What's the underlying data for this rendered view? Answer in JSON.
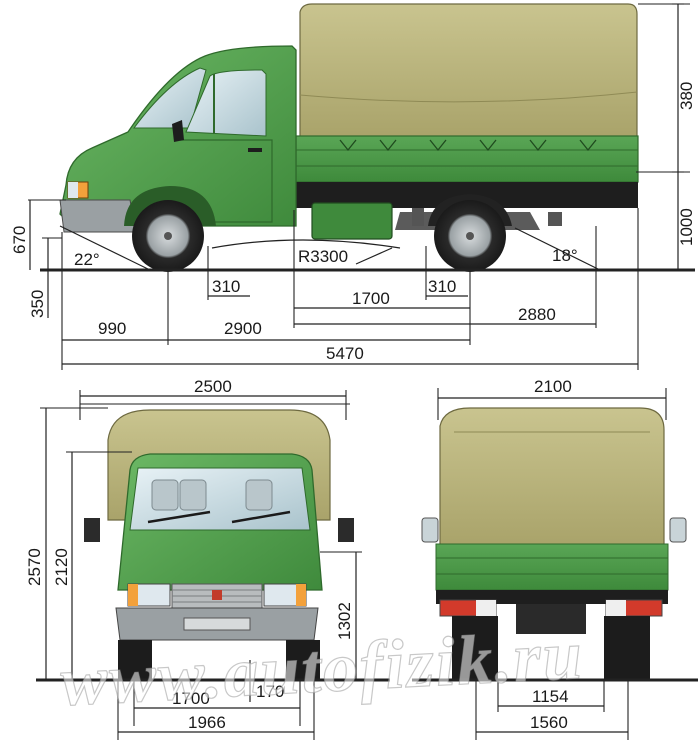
{
  "side_view": {
    "overhang_front": "990",
    "wheelbase": "2900",
    "platform_length": "2880",
    "overall_length": "5470",
    "platform_to_rear_axle": "1700",
    "clearance_front": "310",
    "clearance_rear": "310",
    "turn_radius": "R3300",
    "approach_angle": "22°",
    "departure_angle": "18°",
    "bumper_height": "670",
    "ground_clearance_front": "350",
    "awning_height": "380",
    "platform_height": "1000"
  },
  "front_view": {
    "overall_width": "2500",
    "overall_height": "2570",
    "cab_height": "2120",
    "hood_height": "1302",
    "front_track": "1700",
    "min_clearance": "170",
    "body_width": "1966"
  },
  "rear_view": {
    "platform_width": "2100",
    "axle_gap": "1154",
    "rear_track": "1560"
  },
  "watermark": "www.autofizik.ru",
  "colors": {
    "body_green": "#4f9a4a",
    "awning": "#b7b17a",
    "ground": "#222222"
  }
}
